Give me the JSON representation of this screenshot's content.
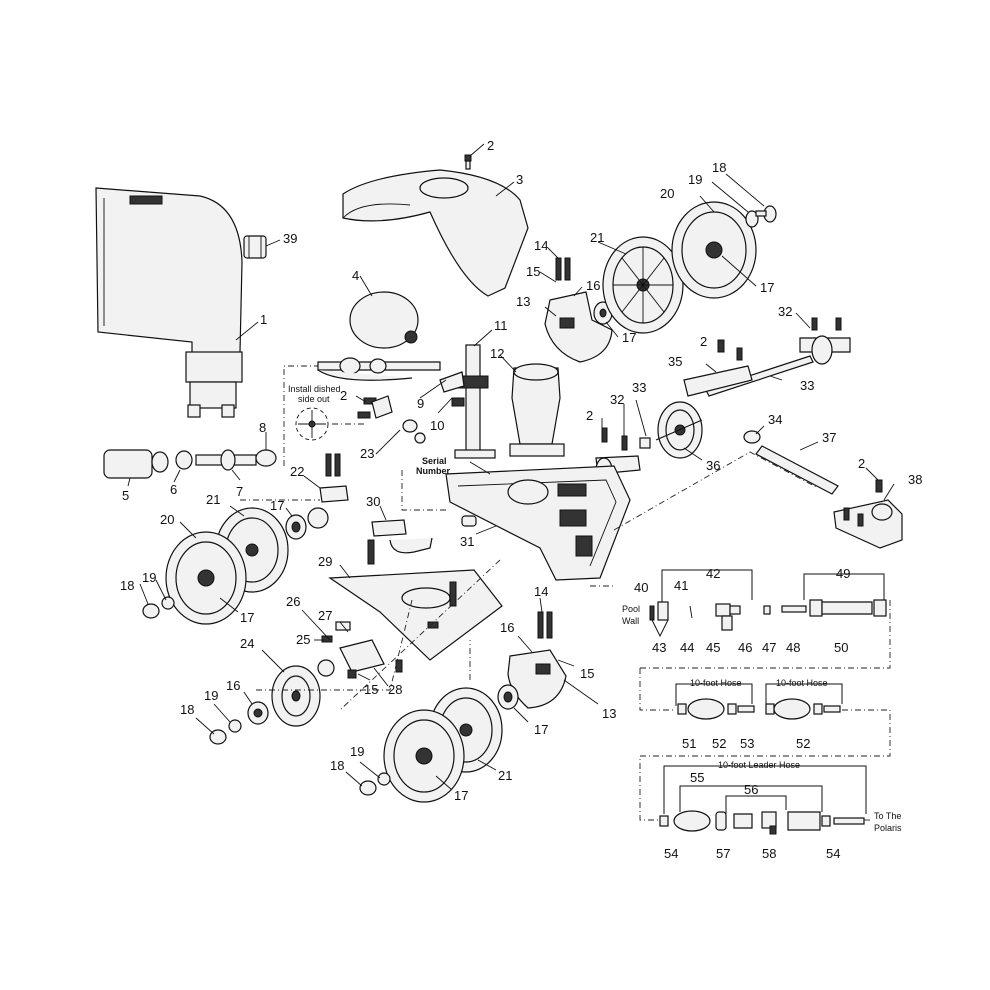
{
  "callouts": [
    "1",
    "2",
    "3",
    "4",
    "5",
    "6",
    "7",
    "8",
    "9",
    "10",
    "11",
    "12",
    "13",
    "14",
    "15",
    "16",
    "17",
    "18",
    "19",
    "20",
    "21",
    "22",
    "23",
    "24",
    "25",
    "26",
    "27",
    "28",
    "29",
    "30",
    "31",
    "32",
    "33",
    "34",
    "35",
    "36",
    "37",
    "38",
    "39",
    "40",
    "41",
    "42",
    "43",
    "44",
    "45",
    "46",
    "47",
    "48",
    "49",
    "50",
    "51",
    "52",
    "53",
    "54",
    "55",
    "56",
    "57",
    "58"
  ],
  "labels": {
    "install_line1": "Install dished",
    "install_line2": "side out",
    "serial_line1": "Serial",
    "serial_line2": "Number",
    "pool_line1": "Pool",
    "pool_line2": "Wall",
    "hose_a": "10-foot Hose",
    "hose_b": "10-foot Hose",
    "leader_hose": "10-foot Leader Hose",
    "to_line1": "To The",
    "to_line2": "Polaris"
  }
}
